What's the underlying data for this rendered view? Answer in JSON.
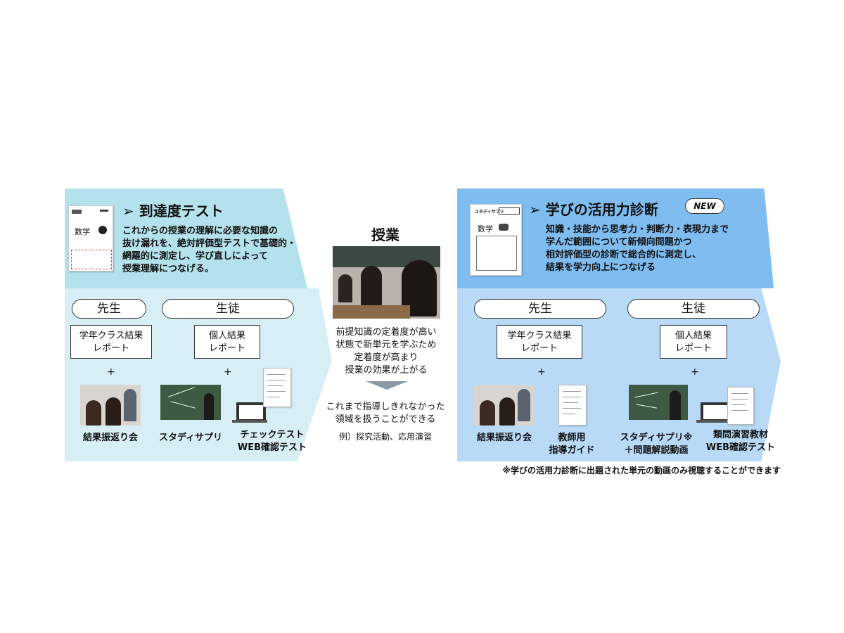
{
  "left": {
    "title": "➢ 到達度テスト",
    "description_lines": [
      "これからの授業の理解に必要な知識の",
      "抜け漏れを、絶対評価型テストで基礎的・",
      "網羅的に測定し、学び直しによって",
      "授業理解につなげる。"
    ],
    "booklet_text": "数学",
    "teacher_label": "先生",
    "student_label": "生徒",
    "teacher_report": [
      "学年クラス結果",
      "レポート"
    ],
    "student_report": [
      "個人結果",
      "レポート"
    ],
    "plus": "+",
    "items": [
      {
        "caption": [
          "結果振返り会"
        ]
      },
      {
        "caption": [
          "スタディサプリ"
        ]
      },
      {
        "caption": [
          "チェックテスト",
          "WEB確認テスト"
        ]
      }
    ]
  },
  "center": {
    "title": "授業",
    "text_lines": [
      "前提知識の定着度が高い",
      "状態で新単元を学ぶため",
      "定着度が高まり",
      "授業の効果が上がる"
    ],
    "after_lines": [
      "これまで指導しきれなかった",
      "領域を扱うことができる"
    ],
    "example": "例）探究活動、応用演習"
  },
  "right": {
    "title": "➢ 学びの活用力診断",
    "badge": "NEW",
    "description_lines": [
      "知識・技能から思考力・判断力・表現力まで",
      "学んだ範囲について新傾向問題かつ",
      "相対評価型の診断で総合的に測定し、",
      "結果を学力向上につなげる"
    ],
    "booklet_text": "数学",
    "booklet_header": "スタディサプリ",
    "teacher_label": "先生",
    "student_label": "生徒",
    "teacher_report": [
      "学年クラス結果",
      "レポート"
    ],
    "student_report": [
      "個人結果",
      "レポート"
    ],
    "plus": "+",
    "items": [
      {
        "caption": [
          "結果振返り会"
        ]
      },
      {
        "caption": [
          "教師用",
          "指導ガイド"
        ]
      },
      {
        "caption": [
          "スタディサプリ※",
          "＋問題解説動画"
        ]
      },
      {
        "caption": [
          "類問演習教材",
          "WEB確認テスト"
        ]
      }
    ]
  },
  "footnote": "※学びの活用力診断に出題された単元の動画のみ視聴することができます",
  "colors": {
    "left_top": "#b4e2ec",
    "left_bottom": "#d8eef5",
    "right_top": "#7fbdf1",
    "right_bottom": "#b8daf7",
    "arrow": "#8a99a8"
  }
}
